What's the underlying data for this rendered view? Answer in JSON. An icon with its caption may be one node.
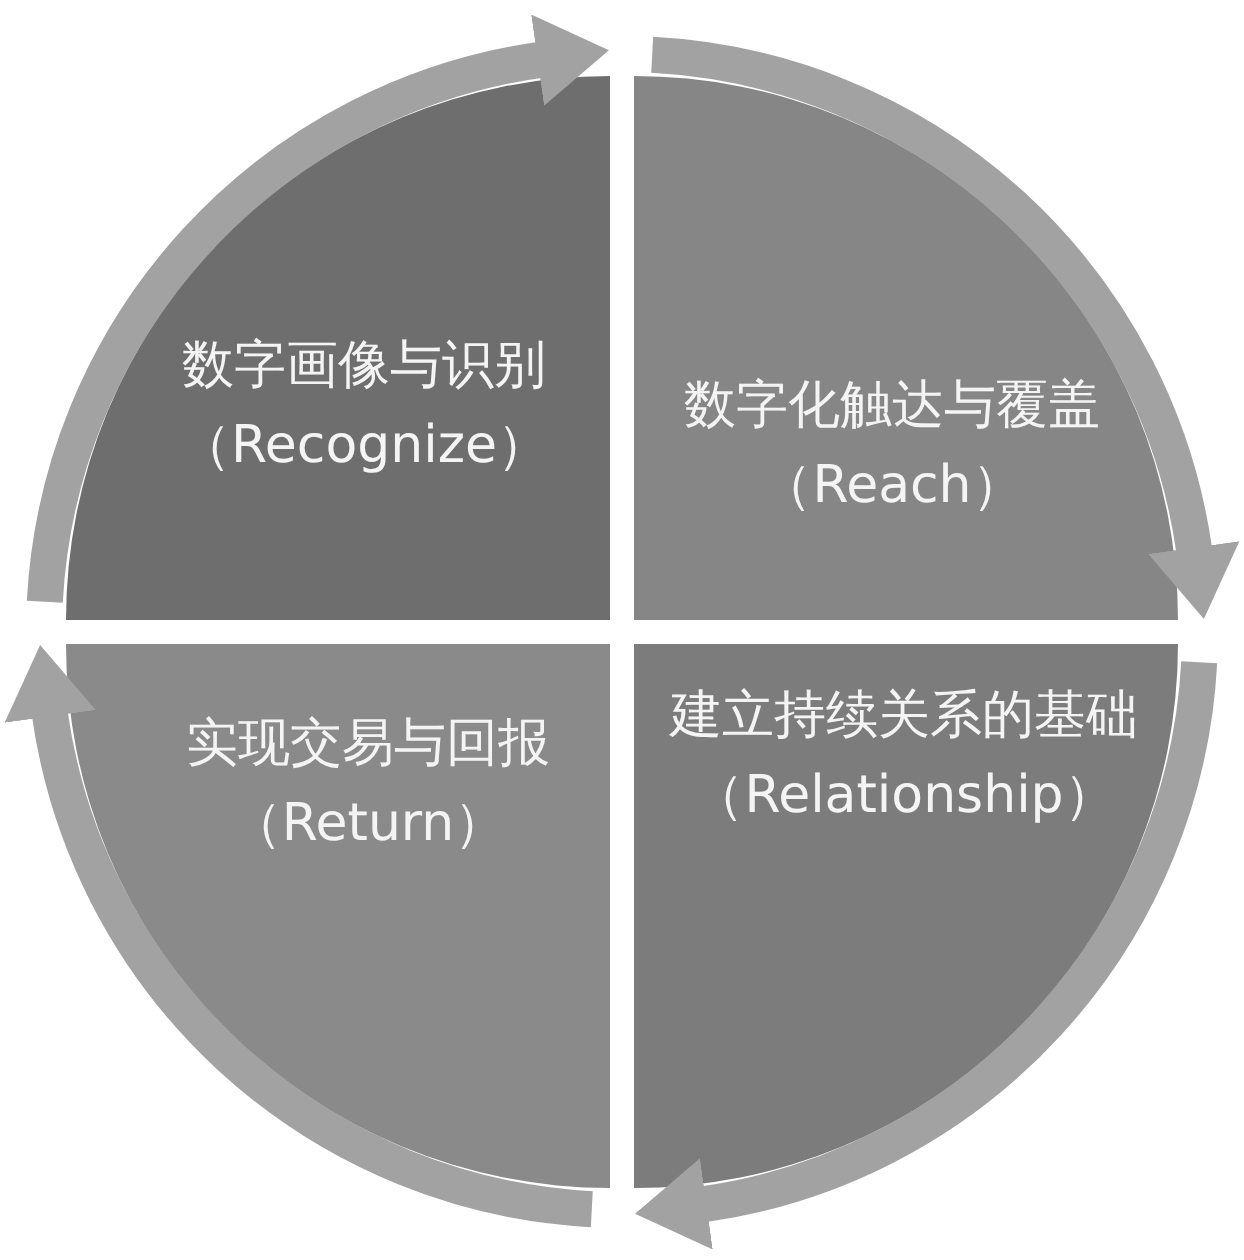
{
  "diagram": {
    "nodes": [
      {
        "text": [
          "数字画像与识别（Recognize）"
        ]
      },
      {
        "text": [
          "数字化触达与覆盖（Reach）"
        ]
      },
      {
        "text": [
          "实现交易与回报（Return）"
        ]
      },
      {
        "text": [
          "建立持续关系的基础（Relationship）"
        ]
      }
    ],
    "edges": [
      {
        "from": 0,
        "to": 1,
        "arrow": "to"
      },
      {
        "from": 1,
        "to": 3,
        "arrow": "to"
      },
      {
        "from": 3,
        "to": 2,
        "arrow": "to"
      },
      {
        "from": 2,
        "to": 0,
        "arrow": "to"
      }
    ]
  }
}
